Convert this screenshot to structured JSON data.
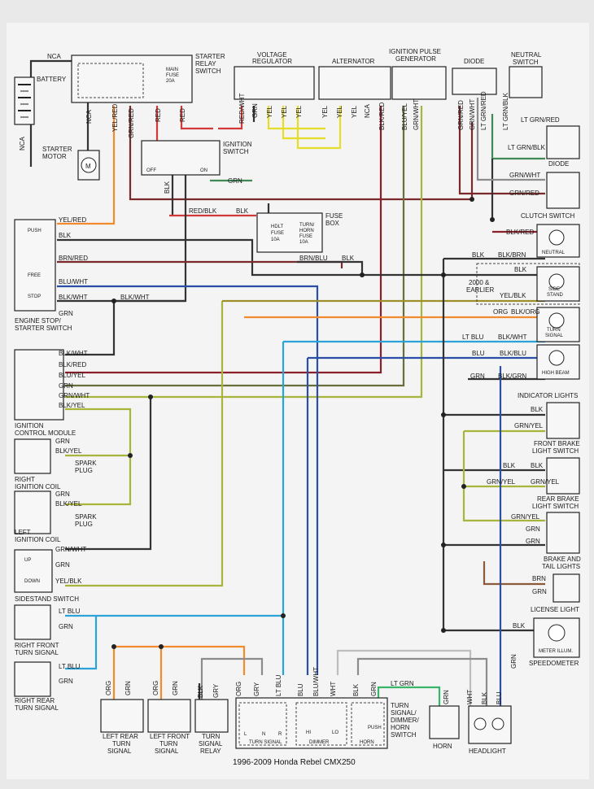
{
  "title": "1996-2009 Honda Rebel CMX250",
  "components": {
    "battery": "BATTERY",
    "starter_relay": [
      "STARTER",
      "RELAY",
      "SWITCH"
    ],
    "main_fuse": [
      "MAIN",
      "FUSE",
      "20A"
    ],
    "voltage_regulator": [
      "VOLTAGE",
      "REGULATOR"
    ],
    "alternator": "ALTERNATOR",
    "pulse_generator": [
      "IGNITION PULSE",
      "GENERATOR"
    ],
    "diode_top": "DIODE",
    "neutral_switch": [
      "NEUTRAL",
      "SWITCH"
    ],
    "starter_motor": [
      "STARTER",
      "MOTOR"
    ],
    "ignition_switch": [
      "IGNITION",
      "SWITCH"
    ],
    "ign_off": "OFF",
    "ign_on": "ON",
    "fuse_box": [
      "FUSE",
      "BOX"
    ],
    "hdlt_fuse": [
      "HDLT",
      "FUSE",
      "10A"
    ],
    "turn_horn_fuse": [
      "TURN/",
      "HORN",
      "FUSE",
      "10A"
    ],
    "diode_right": "DIODE",
    "clutch_switch": "CLUTCH SWITCH",
    "engine_stop": [
      "ENGINE STOP/",
      "STARTER SWITCH"
    ],
    "push": "PUSH",
    "free": "FREE",
    "stop": "STOP",
    "neutral": "NEUTRAL",
    "side_stand": [
      "SIDE",
      "STAND"
    ],
    "earlier_note": [
      "2000 &",
      "EARLIER"
    ],
    "turn_signal_ind": [
      "TURN",
      "SIGNAL"
    ],
    "high_beam": "HIGH BEAM",
    "indicator_lights": "INDICATOR LIGHTS",
    "icm": [
      "IGNITION",
      "CONTROL MODULE"
    ],
    "right_coil": [
      "RIGHT",
      "IGNITION COIL"
    ],
    "left_coil": [
      "LEFT",
      "IGNITION COIL"
    ],
    "spark_plug": [
      "SPARK",
      "PLUG"
    ],
    "front_brake": [
      "FRONT BRAKE",
      "LIGHT SWITCH"
    ],
    "rear_brake": [
      "REAR BRAKE",
      "LIGHT SWITCH"
    ],
    "brake_tail": [
      "BRAKE AND",
      "TAIL LIGHTS"
    ],
    "sidestand_switch": "SIDESTAND SWITCH",
    "up": "UP",
    "down": "DOWN",
    "license_light": "LICENSE LIGHT",
    "meter_illum": "METER ILLUM.",
    "speedometer": "SPEEDOMETER",
    "rf_turn": [
      "RIGHT FRONT",
      "TURN SIGNAL"
    ],
    "rr_turn": [
      "RIGHT REAR",
      "TURN SIGNAL"
    ],
    "lr_turn": [
      "LEFT REAR",
      "TURN",
      "SIGNAL"
    ],
    "lf_turn": [
      "LEFT FRONT",
      "TURN",
      "SIGNAL"
    ],
    "relay": [
      "TURN",
      "SIGNAL",
      "RELAY"
    ],
    "dimmer_switch": [
      "TURN",
      "SIGNAL/",
      "DIMMER/",
      "HORN",
      "SWITCH"
    ],
    "ts_sub": "TURN SIGNAL",
    "dimmer_sub": "DIMMER",
    "horn_sub": "HORN",
    "hi": "HI",
    "lo": "LO",
    "push2": "PUSH",
    "l": "L",
    "n": "N",
    "r": "R",
    "horn": "HORN",
    "headlight": "HEADLIGHT"
  },
  "wires": {
    "nca": "NCA",
    "yel_red": "YEL/RED",
    "grn_red": "GRN/RED",
    "red": "RED",
    "red_wht": "RED/WHT",
    "grn": "GRN",
    "yel": "YEL",
    "blk_red": "BLK/RED",
    "blu_yel": "BLU/YEL",
    "grn_wht": "GRN/WHT",
    "lt_grn_red": "LT GRN/RED",
    "lt_grn_blk": "LT GRN/BLK",
    "blk": "BLK",
    "red_blk": "RED/BLK",
    "brn_red": "BRN/RED",
    "brn_blu": "BRN/BLU",
    "blu_wht": "BLU/WHT",
    "blk_wht": "BLK/WHT",
    "blk_brn": "BLK/BRN",
    "yel_blk": "YEL/BLK",
    "org": "ORG",
    "blk_org": "BLK/ORG",
    "lt_blu": "LT BLU",
    "blu": "BLU",
    "blk_blu": "BLK/BLU",
    "blk_grn": "BLK/GRN",
    "blk_yel": "BLK/YEL",
    "grn_yel": "GRN/YEL",
    "brn": "BRN",
    "gry": "GRY",
    "wht": "WHT",
    "lt_grn": "LT GRN"
  }
}
